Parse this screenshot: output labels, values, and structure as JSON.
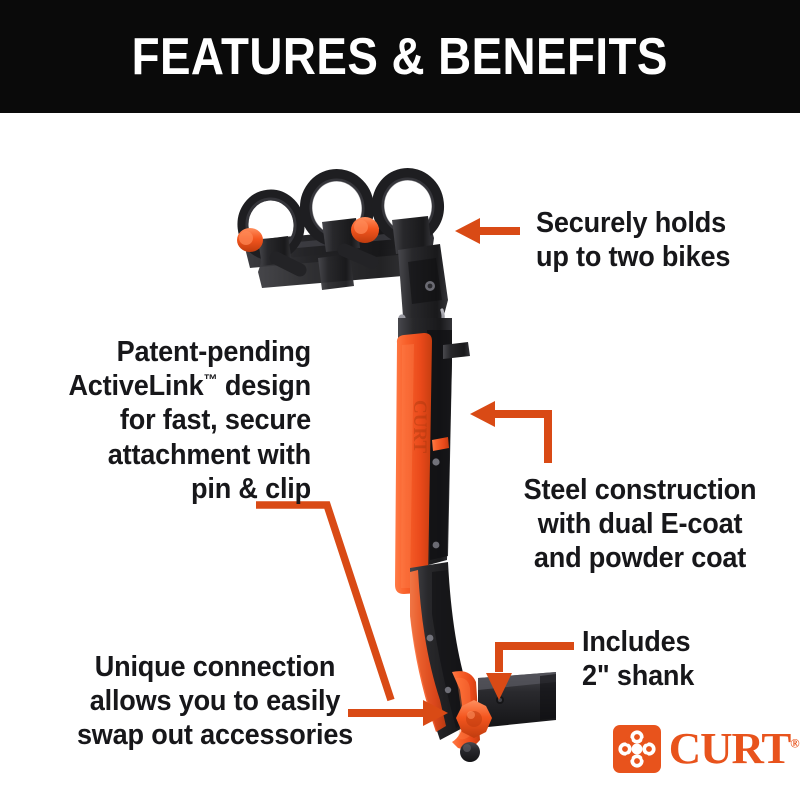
{
  "banner": {
    "title": "FEATURES & BENEFITS"
  },
  "callouts": [
    {
      "id": "bikes",
      "line1": "Securely holds",
      "line2": "up to two bikes",
      "connector": "left-arrow",
      "color": "#D94A15"
    },
    {
      "id": "steel",
      "line1": "Steel construction",
      "line2": "with dual E-coat",
      "line3": "and powder coat",
      "connector": "elbow-left-arrow",
      "color": "#D94A15"
    },
    {
      "id": "shank",
      "line1": "Includes",
      "line2": "2\" shank",
      "connector": "elbow-down-arrow",
      "color": "#D94A15"
    },
    {
      "id": "activelink",
      "line1": "Patent-pending",
      "line2_a": "ActiveLink",
      "line2_tm": "™",
      "line2_b": " design",
      "line3": "for fast, secure",
      "line4": "attachment with",
      "line5": "pin & clip",
      "connector": "elbow-diagonal",
      "color": "#D94A15"
    },
    {
      "id": "unique",
      "line1": "Unique connection",
      "line2": "allows you to easily",
      "line3": "swap out accessories",
      "connector": "right-arrow",
      "color": "#D94A15"
    }
  ],
  "logo": {
    "wordmark": "CURT",
    "registered": "®",
    "mark_name": "curt-clover-mark",
    "color": "#E8531C"
  },
  "product": {
    "name": "hitch-mounted-two-bike-rack",
    "colors": {
      "black": "#262628",
      "black_dark": "#141416",
      "black_mid": "#3a3a3d",
      "orange": "#F15A22",
      "orange_dark": "#C8400F",
      "steel": "#8a8a90",
      "highlight": "#5a5a60"
    },
    "parts": [
      "bike-cradle-hoop-left",
      "bike-cradle-hoop-center",
      "bike-cradle-hoop-right",
      "cradle-knob-left",
      "cradle-knob-center",
      "crossbar",
      "hinge-assembly",
      "vertical-mast",
      "orange-mast-cover",
      "pin-and-clip",
      "lower-arm",
      "activelink-bracket",
      "star-knob",
      "square-shank"
    ]
  },
  "theme": {
    "background": "#FFFFFF",
    "banner_bg": "#0A0A0A",
    "banner_text": "#FFFFFF",
    "body_text": "#17171A",
    "accent_orange": "#D94A15"
  }
}
